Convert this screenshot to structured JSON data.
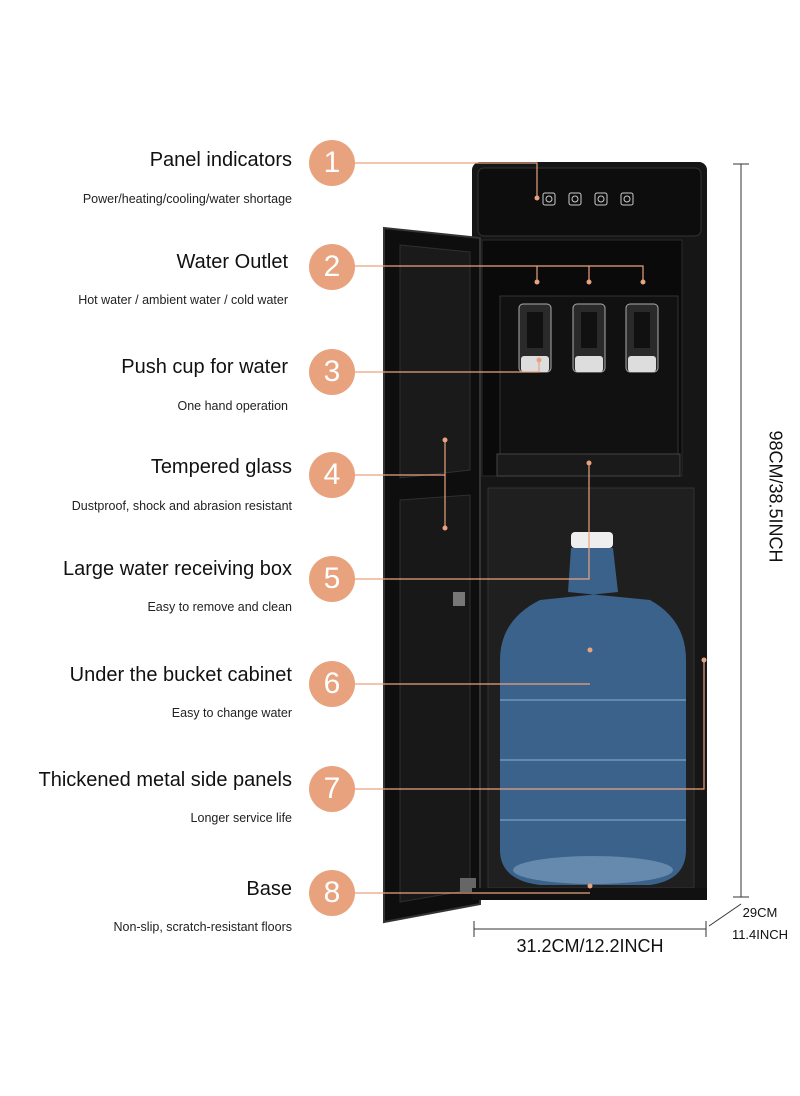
{
  "features": [
    {
      "number": "1",
      "title": "Panel indicators",
      "desc": "Power/heating/cooling/water shortage"
    },
    {
      "number": "2",
      "title": "Water Outlet",
      "desc": "Hot water / ambient water / cold water"
    },
    {
      "number": "3",
      "title": "Push cup for water",
      "desc": "One hand operation"
    },
    {
      "number": "4",
      "title": "Tempered glass",
      "desc": "Dustproof, shock and abrasion resistant"
    },
    {
      "number": "5",
      "title": "Large water receiving box",
      "desc": "Easy to remove and clean"
    },
    {
      "number": "6",
      "title": "Under the bucket cabinet",
      "desc": "Easy to change water"
    },
    {
      "number": "7",
      "title": "Thickened metal side panels",
      "desc": "Longer service life"
    },
    {
      "number": "8",
      "title": "Base",
      "desc": "Non-slip, scratch-resistant floors"
    }
  ],
  "dimensions": {
    "height": "98CM/38.5INCH",
    "width": "31.2CM/12.2INCH",
    "depth_cm": "29CM",
    "depth_inch": "11.4INCH"
  },
  "colors": {
    "accent": "#e9a27e",
    "body": "#111111",
    "bottle": "#3f6f9f"
  }
}
